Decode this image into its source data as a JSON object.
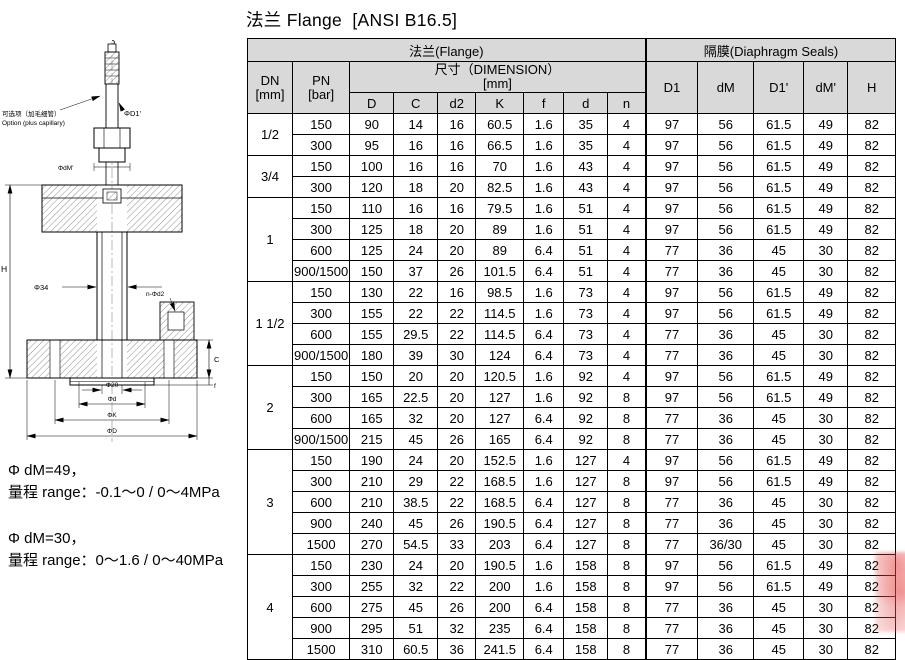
{
  "title": "法兰 Flange  [ANSI B16.5]",
  "drawing": {
    "option_note_cn": "可选项（加毛细管）",
    "option_note_en": "Option (plus capillary)",
    "labels": {
      "phi_d1p": "ΦD1'",
      "phi_dmp": "ΦdM'",
      "phi_34": "Φ34",
      "phi_20": "Φ20",
      "phi_d": "Φd",
      "phi_k": "ΦK",
      "phi_D": "ΦD",
      "n_phi_d2": "n-Φd2",
      "h": "H",
      "c": "C",
      "f": "f"
    }
  },
  "notes": [
    {
      "spec": "Φ dM=49，",
      "range": "量程 range：-0.1～0 / 0～4MPa"
    },
    {
      "spec": "Φ dM=30，",
      "range": "量程 range：0～1.6 / 0～40MPa"
    }
  ],
  "table": {
    "header": {
      "flange_group": "法兰(Flange)",
      "diaphragm_group": "隔膜(Diaphragm Seals)",
      "dn_label": "DN",
      "dn_unit": "[mm]",
      "pn_label": "PN",
      "pn_unit": "[bar]",
      "dimension_label": "尺寸（DIMENSION）",
      "dimension_unit": "[mm]",
      "dim_cols": [
        "D",
        "C",
        "d2",
        "K",
        "f",
        "d",
        "n"
      ],
      "seal_cols": [
        "D1",
        "dM",
        "D1'",
        "dM'",
        "H"
      ]
    },
    "groups": [
      {
        "dn": "1/2",
        "rows": [
          {
            "pn": "150",
            "dims": [
              "90",
              "14",
              "16",
              "60.5",
              "1.6",
              "35",
              "4"
            ],
            "seals": [
              "97",
              "56",
              "61.5",
              "49",
              "82"
            ]
          },
          {
            "pn": "300",
            "dims": [
              "95",
              "16",
              "16",
              "66.5",
              "1.6",
              "35",
              "4"
            ],
            "seals": [
              "97",
              "56",
              "61.5",
              "49",
              "82"
            ]
          }
        ]
      },
      {
        "dn": "3/4",
        "rows": [
          {
            "pn": "150",
            "dims": [
              "100",
              "16",
              "16",
              "70",
              "1.6",
              "43",
              "4"
            ],
            "seals": [
              "97",
              "56",
              "61.5",
              "49",
              "82"
            ]
          },
          {
            "pn": "300",
            "dims": [
              "120",
              "18",
              "20",
              "82.5",
              "1.6",
              "43",
              "4"
            ],
            "seals": [
              "97",
              "56",
              "61.5",
              "49",
              "82"
            ]
          }
        ]
      },
      {
        "dn": "1",
        "rows": [
          {
            "pn": "150",
            "dims": [
              "110",
              "16",
              "16",
              "79.5",
              "1.6",
              "51",
              "4"
            ],
            "seals": [
              "97",
              "56",
              "61.5",
              "49",
              "82"
            ]
          },
          {
            "pn": "300",
            "dims": [
              "125",
              "18",
              "20",
              "89",
              "1.6",
              "51",
              "4"
            ],
            "seals": [
              "97",
              "56",
              "61.5",
              "49",
              "82"
            ]
          },
          {
            "pn": "600",
            "dims": [
              "125",
              "24",
              "20",
              "89",
              "6.4",
              "51",
              "4"
            ],
            "seals": [
              "77",
              "36",
              "45",
              "30",
              "82"
            ]
          },
          {
            "pn": "900/1500",
            "dims": [
              "150",
              "37",
              "26",
              "101.5",
              "6.4",
              "51",
              "4"
            ],
            "seals": [
              "77",
              "36",
              "45",
              "30",
              "82"
            ]
          }
        ]
      },
      {
        "dn": "1 1/2",
        "rows": [
          {
            "pn": "150",
            "dims": [
              "130",
              "22",
              "16",
              "98.5",
              "1.6",
              "73",
              "4"
            ],
            "seals": [
              "97",
              "56",
              "61.5",
              "49",
              "82"
            ]
          },
          {
            "pn": "300",
            "dims": [
              "155",
              "22",
              "22",
              "114.5",
              "1.6",
              "73",
              "4"
            ],
            "seals": [
              "97",
              "56",
              "61.5",
              "49",
              "82"
            ]
          },
          {
            "pn": "600",
            "dims": [
              "155",
              "29.5",
              "22",
              "114.5",
              "6.4",
              "73",
              "4"
            ],
            "seals": [
              "77",
              "36",
              "45",
              "30",
              "82"
            ]
          },
          {
            "pn": "900/1500",
            "dims": [
              "180",
              "39",
              "30",
              "124",
              "6.4",
              "73",
              "4"
            ],
            "seals": [
              "77",
              "36",
              "45",
              "30",
              "82"
            ]
          }
        ]
      },
      {
        "dn": "2",
        "rows": [
          {
            "pn": "150",
            "dims": [
              "150",
              "20",
              "20",
              "120.5",
              "1.6",
              "92",
              "4"
            ],
            "seals": [
              "97",
              "56",
              "61.5",
              "49",
              "82"
            ]
          },
          {
            "pn": "300",
            "dims": [
              "165",
              "22.5",
              "20",
              "127",
              "1.6",
              "92",
              "8"
            ],
            "seals": [
              "97",
              "56",
              "61.5",
              "49",
              "82"
            ]
          },
          {
            "pn": "600",
            "dims": [
              "165",
              "32",
              "20",
              "127",
              "6.4",
              "92",
              "8"
            ],
            "seals": [
              "77",
              "36",
              "45",
              "30",
              "82"
            ]
          },
          {
            "pn": "900/1500",
            "dims": [
              "215",
              "45",
              "26",
              "165",
              "6.4",
              "92",
              "8"
            ],
            "seals": [
              "77",
              "36",
              "45",
              "30",
              "82"
            ]
          }
        ]
      },
      {
        "dn": "3",
        "rows": [
          {
            "pn": "150",
            "dims": [
              "190",
              "24",
              "20",
              "152.5",
              "1.6",
              "127",
              "4"
            ],
            "seals": [
              "97",
              "56",
              "61.5",
              "49",
              "82"
            ]
          },
          {
            "pn": "300",
            "dims": [
              "210",
              "29",
              "22",
              "168.5",
              "1.6",
              "127",
              "8"
            ],
            "seals": [
              "97",
              "56",
              "61.5",
              "49",
              "82"
            ]
          },
          {
            "pn": "600",
            "dims": [
              "210",
              "38.5",
              "22",
              "168.5",
              "6.4",
              "127",
              "8"
            ],
            "seals": [
              "77",
              "36",
              "45",
              "30",
              "82"
            ]
          },
          {
            "pn": "900",
            "dims": [
              "240",
              "45",
              "26",
              "190.5",
              "6.4",
              "127",
              "8"
            ],
            "seals": [
              "77",
              "36",
              "45",
              "30",
              "82"
            ]
          },
          {
            "pn": "1500",
            "dims": [
              "270",
              "54.5",
              "33",
              "203",
              "6.4",
              "127",
              "8"
            ],
            "seals": [
              "77",
              "36/30",
              "45",
              "30",
              "82"
            ]
          }
        ]
      },
      {
        "dn": "4",
        "rows": [
          {
            "pn": "150",
            "dims": [
              "230",
              "24",
              "20",
              "190.5",
              "1.6",
              "158",
              "8"
            ],
            "seals": [
              "97",
              "56",
              "61.5",
              "49",
              "82"
            ]
          },
          {
            "pn": "300",
            "dims": [
              "255",
              "32",
              "22",
              "200",
              "1.6",
              "158",
              "8"
            ],
            "seals": [
              "97",
              "56",
              "61.5",
              "49",
              "82"
            ]
          },
          {
            "pn": "600",
            "dims": [
              "275",
              "45",
              "26",
              "200",
              "6.4",
              "158",
              "8"
            ],
            "seals": [
              "77",
              "36",
              "45",
              "30",
              "82"
            ]
          },
          {
            "pn": "900",
            "dims": [
              "295",
              "51",
              "32",
              "235",
              "6.4",
              "158",
              "8"
            ],
            "seals": [
              "77",
              "36",
              "45",
              "30",
              "82"
            ]
          },
          {
            "pn": "1500",
            "dims": [
              "310",
              "60.5",
              "36",
              "241.5",
              "6.4",
              "158",
              "8"
            ],
            "seals": [
              "77",
              "36",
              "45",
              "30",
              "82"
            ]
          }
        ]
      }
    ]
  }
}
